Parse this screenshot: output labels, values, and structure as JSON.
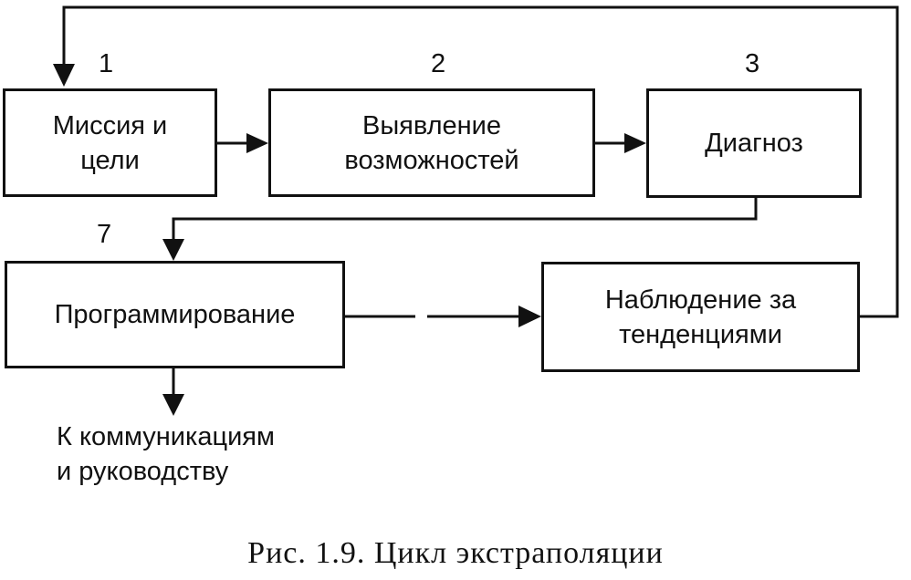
{
  "diagram": {
    "nodes": [
      {
        "id": "mission",
        "number": "1",
        "label": "Миссия и\nцели"
      },
      {
        "id": "opportunities",
        "number": "2",
        "label": "Выявление\nвозможностей"
      },
      {
        "id": "diagnosis",
        "number": "3",
        "label": "Диагноз"
      },
      {
        "id": "programming",
        "number": "7",
        "label": "Программирование"
      },
      {
        "id": "trends",
        "number": "",
        "label": "Наблюдение за\nтенденциями"
      }
    ],
    "output_note": "К коммуникациям\nи руководству",
    "edges": [
      {
        "from": "mission",
        "to": "opportunities"
      },
      {
        "from": "opportunities",
        "to": "diagnosis"
      },
      {
        "from": "diagnosis",
        "to": "programming"
      },
      {
        "from": "programming",
        "to": "trends"
      },
      {
        "from": "trends",
        "to": "mission"
      },
      {
        "from": "programming",
        "to": "output_note"
      }
    ],
    "caption": "Рис. 1.9. Цикл экстраполяции"
  }
}
